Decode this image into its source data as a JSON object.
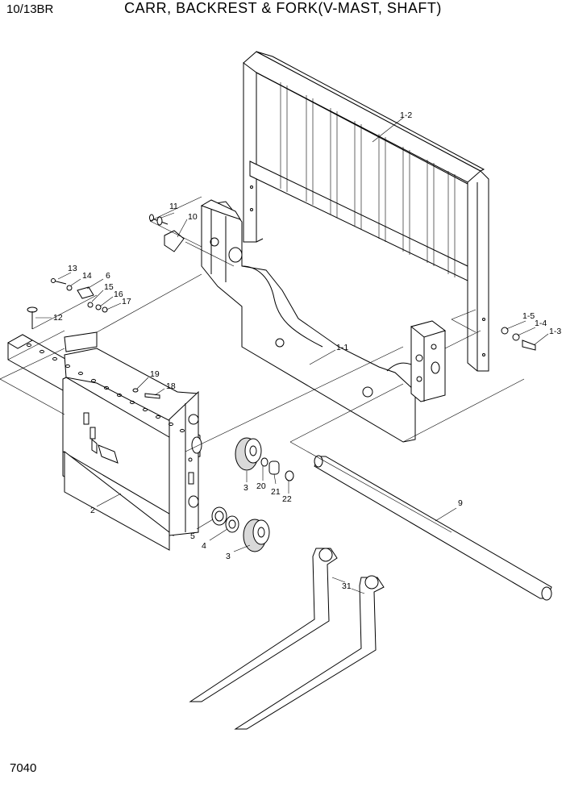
{
  "header": {
    "model": "10/13BR",
    "title": "CARR, BACKREST & FORK(V-MAST, SHAFT)"
  },
  "footer": {
    "page": "7040"
  },
  "callouts": {
    "c1_2": "1-2",
    "c1_1": "1-1",
    "c1_3": "1-3",
    "c1_4": "1-4",
    "c1_5": "1-5",
    "c2": "2",
    "c3a": "3",
    "c3b": "3",
    "c4": "4",
    "c5": "5",
    "c6": "6",
    "c9": "9",
    "c10": "10",
    "c11": "11",
    "c12": "12",
    "c13": "13",
    "c14": "14",
    "c15": "15",
    "c16": "16",
    "c17": "17",
    "c18": "18",
    "c19": "19",
    "c20": "20",
    "c21": "21",
    "c22": "22",
    "c31": "31"
  }
}
